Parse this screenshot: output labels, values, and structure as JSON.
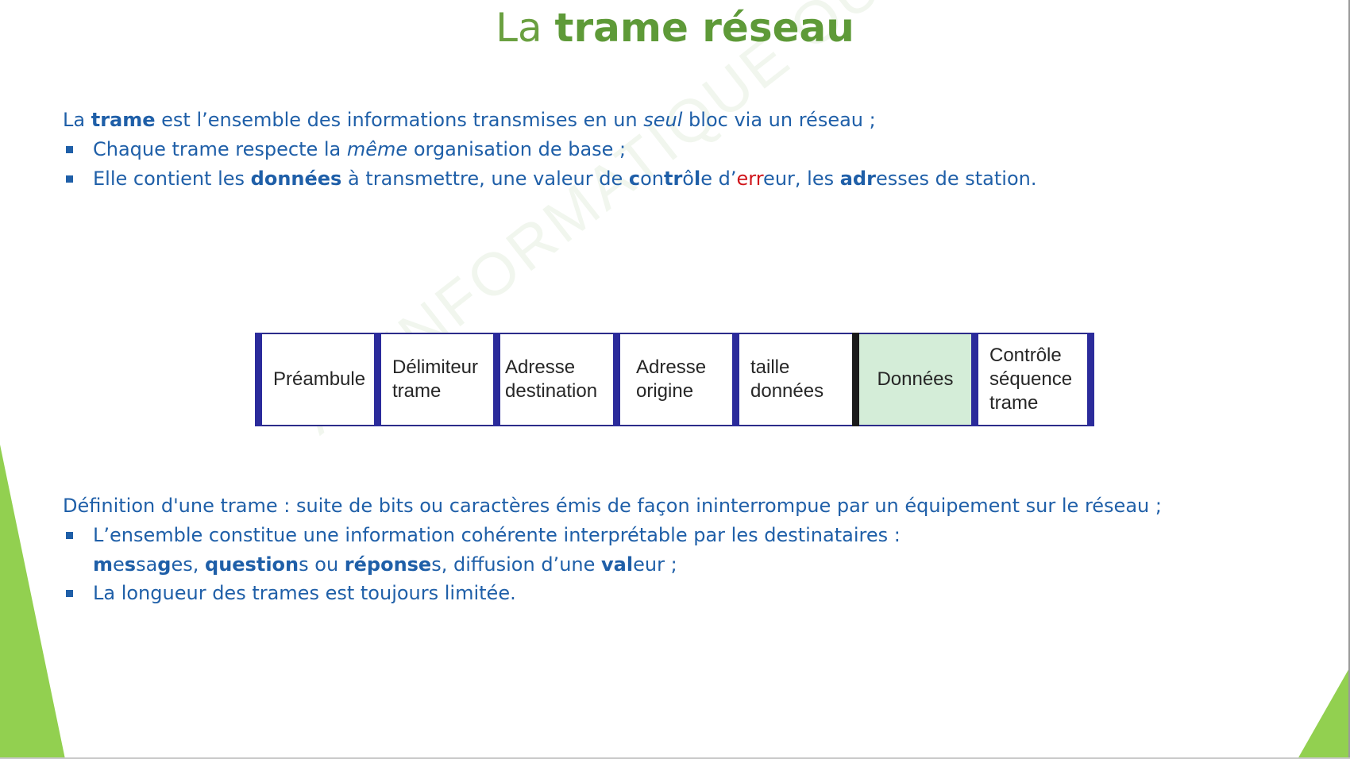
{
  "slide": {
    "title": {
      "part1": "La ",
      "part2": "trame réseau"
    },
    "intro": {
      "p1": "La ",
      "p2": "trame",
      "p3": " est l’ensemble des informations transmises en un ",
      "p4": "seul",
      "p5": " bloc via un réseau ;"
    },
    "bullet1": {
      "p1": "Chaque trame respecte la ",
      "p2": "même",
      "p3": " organisation de base ;"
    },
    "bullet2": {
      "p1": "Elle contient les ",
      "p2": "données",
      "p3": " à transmettre, une valeur de ",
      "p4": "c",
      "p5": "on",
      "p6": "tr",
      "p7": "ô",
      "p8": "l",
      "p9": "e d’",
      "p10": "err",
      "p11": "eur, les ",
      "p12": "adr",
      "p13": "esses de station."
    },
    "frame_fields": [
      "Préambule",
      "Délimiteur\ntrame",
      "Adresse\ndestination",
      "Adresse\norigine",
      "taille\ndonnées",
      "Données",
      "Contrôle\nséquence\ntrame"
    ],
    "definition": "Définition d'une trame : suite de bits ou caractères émis de façon ininterrompue par un équipement sur le réseau ;",
    "bullet3": {
      "line1": "L’ensemble constitue une information cohérente interprétable par les destinataires :",
      "p1": "m",
      "p2": "e",
      "p3": "s",
      "p4": "sa",
      "p5": "g",
      "p6": "es, ",
      "p7": "question",
      "p8": "s ou ",
      "p9": "réponse",
      "p10": "s, diffusion d’une ",
      "p11": "val",
      "p12": "eur ;"
    },
    "bullet4": "La longueur des trames est toujours limitée.",
    "watermark": "AE INFORMATIQUE OUEST"
  },
  "colors": {
    "title_green": "#6aa040",
    "text_blue": "#1f5fa8",
    "accent_red": "#d0151b",
    "frame_border": "#2b2b9b",
    "data_fill": "#d4edd8",
    "decor_green": "#92d050"
  }
}
